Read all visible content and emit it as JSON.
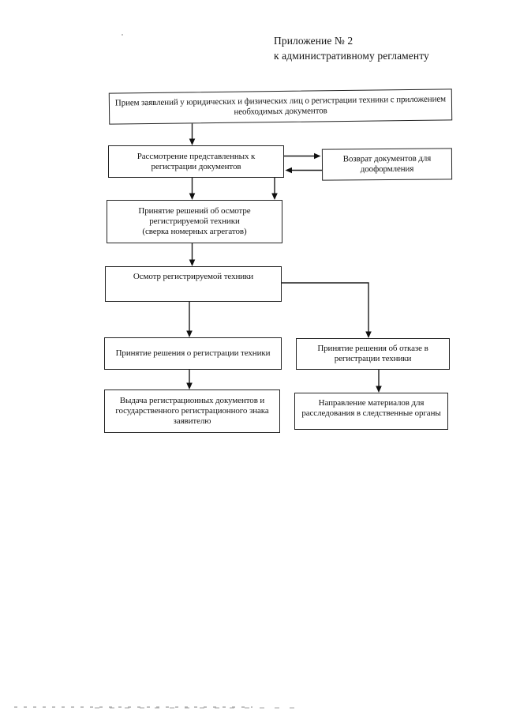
{
  "header": {
    "line1": "Приложение № 2",
    "line2": "к административному регламенту"
  },
  "flowchart": {
    "intake": "Прием заявлений у юридических и физических лиц о регистрации техники с приложением\nнеобходимых документов",
    "review": "Рассмотрение представленных к\nрегистрации документов",
    "return_docs": "Возврат документов для\nдооформления",
    "inspection_decision": "Принятие решений об осмотре\nрегистрируемой техники\n(сверка номерных агрегатов)",
    "inspection": "Осмотр регистрируемой техники",
    "register_decision": "Принятие решения о регистрации техники",
    "refusal_decision": "Принятие решения об отказе в\nрегистрации техники",
    "issue_docs": "Выдача регистрационных документов и\nгосударственного регистрационного знака\nзаявителю",
    "forward_materials": "Направление материалов для\nрасследования в следственные органы"
  }
}
